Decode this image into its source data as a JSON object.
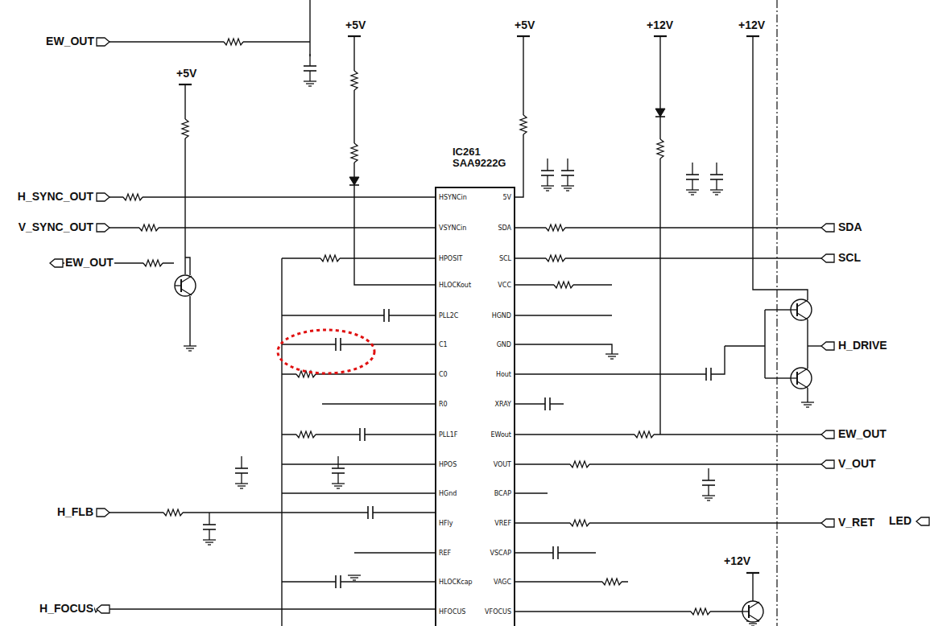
{
  "diagram": {
    "nodes": [
      {
        "text": [
          "IC261 SAA9222G",
          "HSYNCin",
          "VSYNCin",
          "HPOSIT",
          "HLOCKout",
          "PLL2C",
          "C1",
          "C0",
          "R0",
          "PLL1F",
          "HPOS",
          "HGnd",
          "HFly",
          "REF",
          "HLOCKcap",
          "HFOCUS",
          "5V",
          "SDA",
          "SCL",
          "VCC",
          "HGND",
          "GND",
          "Hout",
          "XRAY",
          "EWout",
          "VOUT",
          "BCAP",
          "VREF",
          "VSCAP",
          "VAGC",
          "VFOCUS"
        ]
      }
    ],
    "labels": [
      "EW_OUT",
      "+5V",
      "+5V",
      "+5V",
      "+12V",
      "+12V",
      "H_SYNC_OUT",
      "V_SYNC_OUT",
      "EW_OUT",
      "SDA",
      "SCL",
      "H_DRIVE",
      "EW_OUT",
      "V_OUT",
      "V_RET",
      "LED",
      "H_FLB",
      "H_FOCUS",
      "+12V"
    ]
  }
}
